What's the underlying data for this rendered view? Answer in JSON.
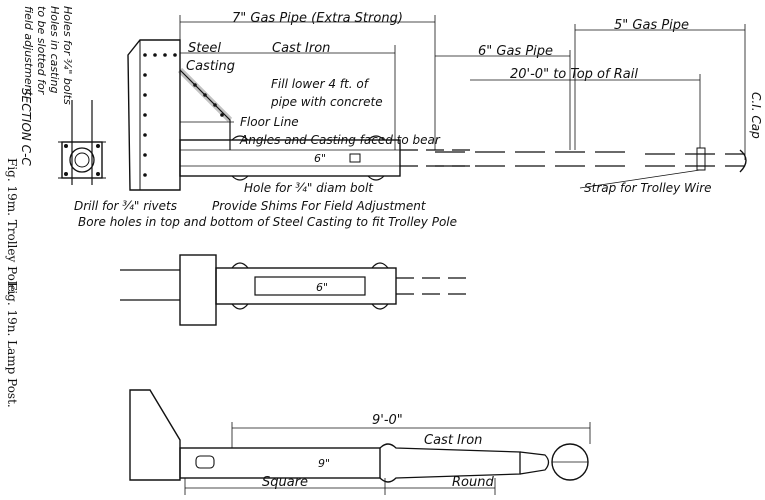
{
  "side_caption": {
    "trolley": "Fig. 19m. Trolley Pole.",
    "lamp": "Fig. 19n. Lamp Post."
  },
  "section": {
    "title": "SECTION C-C",
    "note_1": "Holes for ¾\" bolts",
    "note_2": "Holes in casting",
    "note_3": "to be slotted for",
    "note_4": "field adjustment."
  },
  "trolley_pole": {
    "dim_7_pipe": "7\" Gas Pipe (Extra Strong)",
    "dim_5_pipe": "5\" Gas Pipe",
    "dim_6_pipe": "6\" Gas Pipe",
    "steel": "Steel",
    "casting": "Casting",
    "cast_iron": "Cast Iron",
    "fill_1": "Fill lower 4 ft. of",
    "fill_2": "pipe with concrete",
    "height": "20'-0\" to Top of Rail",
    "cap": "C.I. Cap",
    "floor_line": "Floor Line",
    "angles": "Angles and Casting faced to bear",
    "hole": "Hole for ¾\" diam bolt",
    "shims": "Provide Shims For Field Adjustment",
    "drill": "Drill for ¾\" rivets",
    "bore": "Bore holes in top and bottom of Steel Casting to fit Trolley Pole",
    "strap": "Strap for Trolley Wire",
    "six": "6\""
  },
  "plan_view": {
    "six": "6\""
  },
  "lamp_post": {
    "length": "9'-0\"",
    "cast_iron": "Cast Iron",
    "square": "Square",
    "round": "Round",
    "nine": "9\""
  }
}
